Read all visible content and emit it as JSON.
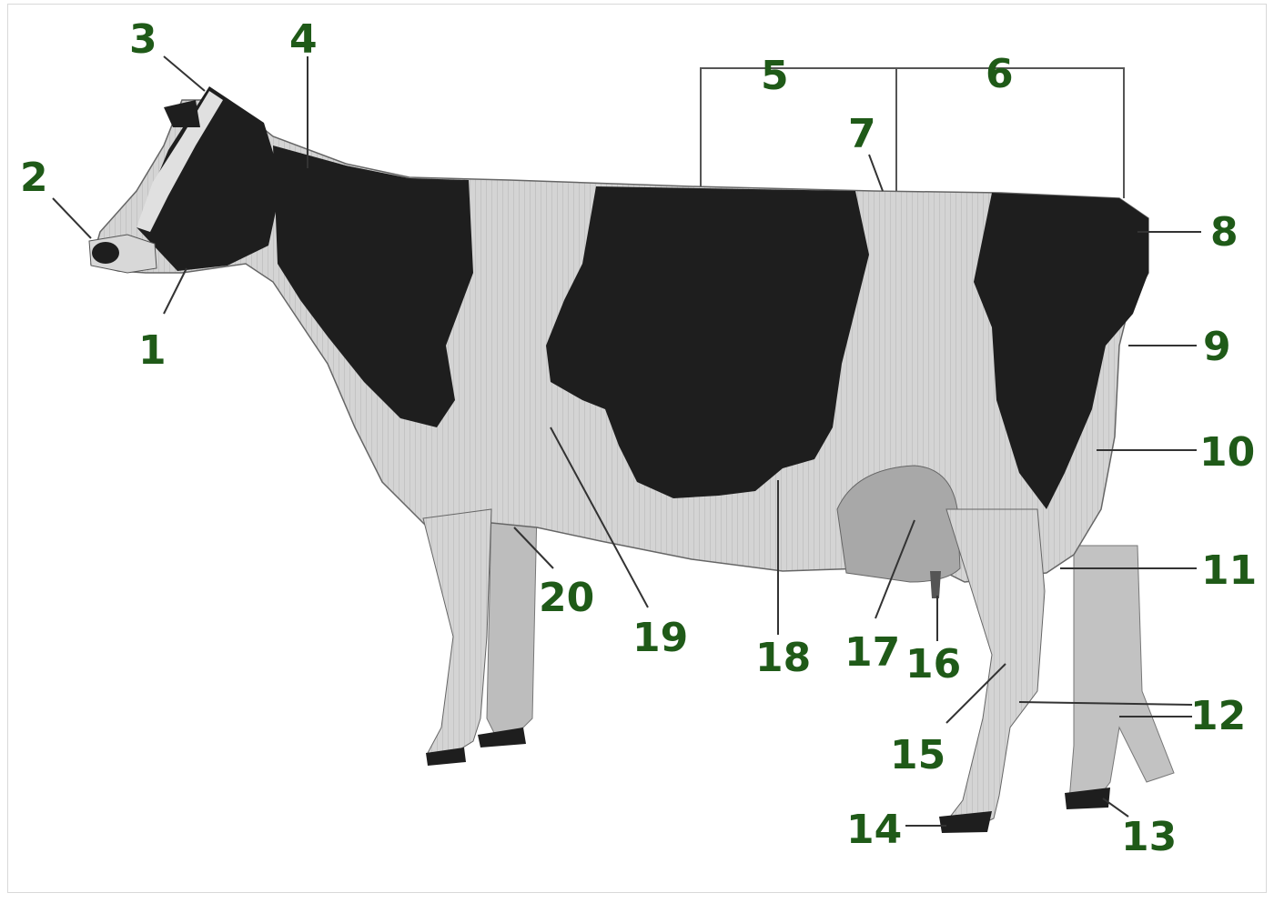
{
  "colors": {
    "label": "#1f5a18",
    "hide_white": "#d6d6d6",
    "hide_black": "#1e1e1e",
    "leader": "#333333"
  },
  "labels": [
    "1",
    "2",
    "3",
    "4",
    "5",
    "6",
    "7",
    "8",
    "9",
    "10",
    "11",
    "12",
    "13",
    "14",
    "15",
    "16",
    "17",
    "18",
    "19",
    "20"
  ]
}
